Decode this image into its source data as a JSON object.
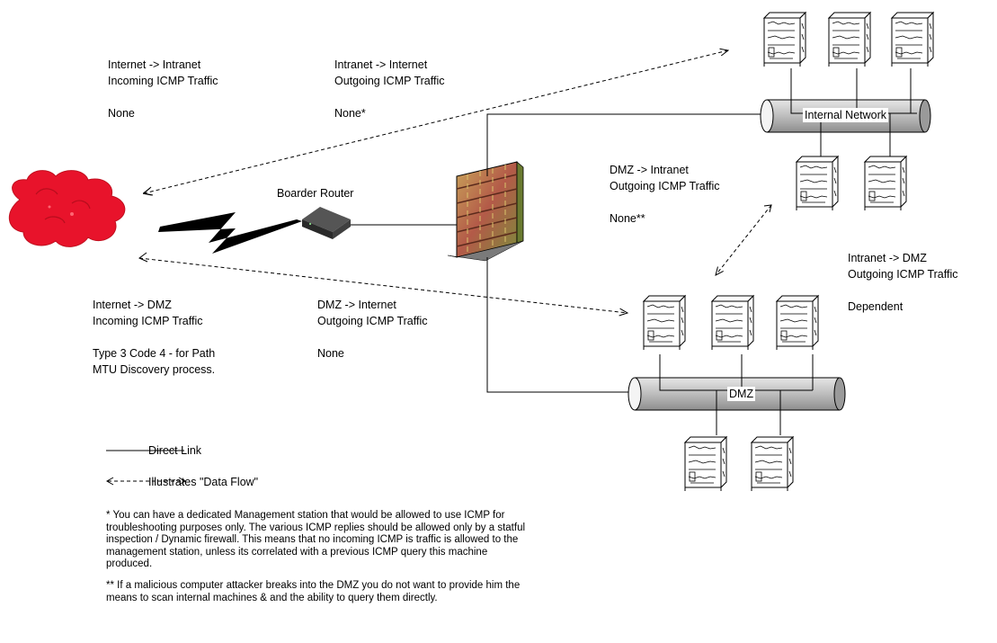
{
  "labels": {
    "internet_intranet": {
      "line1": "Internet -> Intranet",
      "line2": "Incoming ICMP Traffic",
      "value": "None"
    },
    "intranet_internet": {
      "line1": "Intranet -> Internet",
      "line2": "Outgoing ICMP Traffic",
      "value": "None*"
    },
    "dmz_intranet": {
      "line1": "DMZ -> Intranet",
      "line2": "Outgoing ICMP Traffic",
      "value": "None**"
    },
    "intranet_dmz": {
      "line1": "Intranet -> DMZ",
      "line2": "Outgoing ICMP Traffic",
      "value": "Dependent"
    },
    "internet_dmz": {
      "line1": "Internet -> DMZ",
      "line2": "Incoming ICMP Traffic",
      "value_line1": "Type 3 Code 4 - for Path",
      "value_line2": "MTU Discovery process."
    },
    "dmz_internet": {
      "line1": "DMZ -> Internet",
      "line2": "Outgoing ICMP Traffic",
      "value": "None"
    }
  },
  "router_label": "Boarder Router",
  "internal_network_label": "Internal Network",
  "dmz_label": "DMZ",
  "legend": {
    "direct_link": "Direct Link",
    "data_flow": "Illustrates \"Data Flow\""
  },
  "footnotes": {
    "note1": [
      "* You can have a dedicated Management station that would be allowed to use ICMP for",
      "troubleshooting purposes only. The various ICMP replies should be allowed only by a statful",
      "inspection / Dynamic firewall. This means that no incoming ICMP is traffic is allowed to the",
      "management station, unless its correlated with a previous ICMP query this machine",
      "produced."
    ],
    "note2": [
      "** If a malicious computer attacker breaks into the DMZ you do not want to provide him the",
      "means to scan internal machines & and the ability to query them directly."
    ]
  },
  "colors": {
    "cloud": "#e8132b",
    "pipe": "#c8c8c8",
    "firewall": "#b85a4a",
    "router": "#3a3a3a"
  }
}
